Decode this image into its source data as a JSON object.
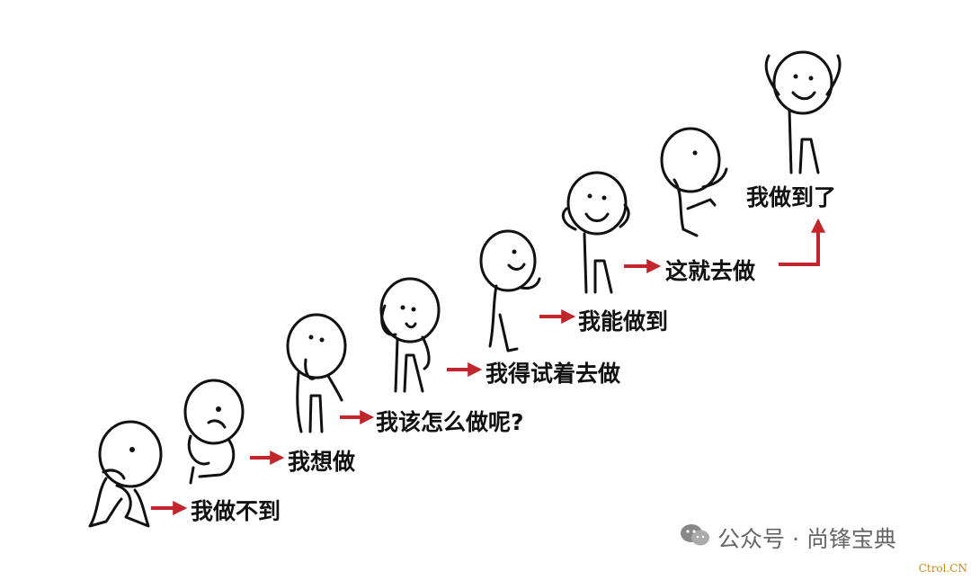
{
  "steps": [
    {
      "label": "我做不到"
    },
    {
      "label": "我想做"
    },
    {
      "label": "我该怎么做呢?"
    },
    {
      "label": "我得试着去做"
    },
    {
      "label": "我能做到"
    },
    {
      "label": "这就去做"
    },
    {
      "label": "我做到了"
    }
  ],
  "watermark": {
    "text": "公众号 · 尚锋宝典",
    "icon": "wechat-icon"
  },
  "corner_mark": "Ctrol.CN",
  "colors": {
    "arrow": "#c0262c",
    "ink": "#111111",
    "watermark": "#666666",
    "corner": "#c98a1a"
  }
}
